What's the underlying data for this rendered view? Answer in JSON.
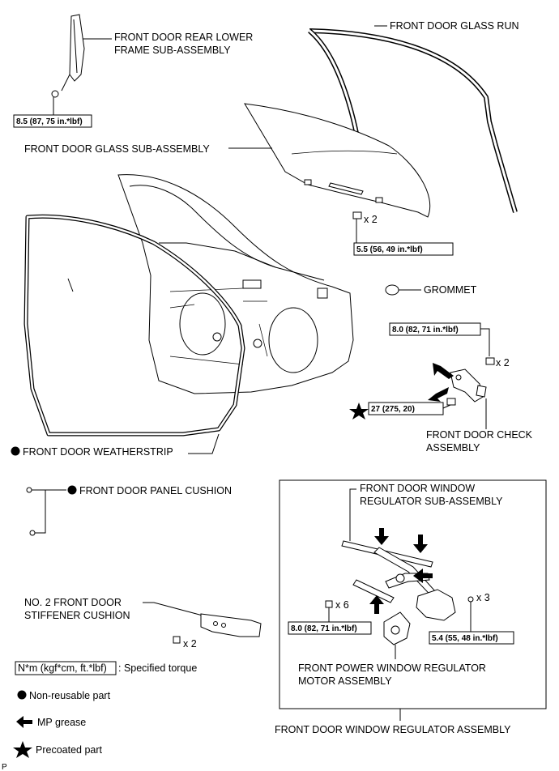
{
  "labels": {
    "rear_lower_frame_1": "FRONT DOOR REAR LOWER",
    "rear_lower_frame_2": "FRAME SUB-ASSEMBLY",
    "glass_run": "FRONT DOOR GLASS RUN",
    "glass_sub": "FRONT DOOR GLASS SUB-ASSEMBLY",
    "grommet": "GROMMET",
    "check_1": "FRONT DOOR CHECK",
    "check_2": "ASSEMBLY",
    "weatherstrip": "FRONT DOOR WEATHERSTRIP",
    "panel_cushion": "FRONT DOOR PANEL CUSHION",
    "regulator_sub_1": "FRONT DOOR WINDOW",
    "regulator_sub_2": "REGULATOR SUB-ASSEMBLY",
    "stiffener_1": "NO. 2 FRONT DOOR",
    "stiffener_2": "STIFFENER CUSHION",
    "motor_1": "FRONT POWER WINDOW REGULATOR",
    "motor_2": "MOTOR ASSEMBLY",
    "regulator_assy": "FRONT DOOR WINDOW REGULATOR ASSEMBLY",
    "corner_code": "P"
  },
  "torques": {
    "rear_frame": "8.5 (87, 75 in.*lbf)",
    "glass": "5.5 (56, 49 in.*lbf)",
    "check_top": "8.0 (82, 71 in.*lbf)",
    "check_bottom": "27 (275, 20)",
    "regulator_left": "8.0 (82, 71 in.*lbf)",
    "regulator_right": "5.4 (55, 48 in.*lbf)"
  },
  "quantities": {
    "glass_bolts": "x 2",
    "check_bolts": "x 2",
    "regulator_bolts": "x 6",
    "motor_bolts": "x 3",
    "stiffener_clips": "x 2"
  },
  "legend": {
    "torque_box": "N*m (kgf*cm, ft.*lbf)",
    "torque_text": ": Specified torque",
    "nonreusable": "Non-reusable part",
    "mp_grease": "MP grease",
    "precoated": "Precoated part"
  }
}
